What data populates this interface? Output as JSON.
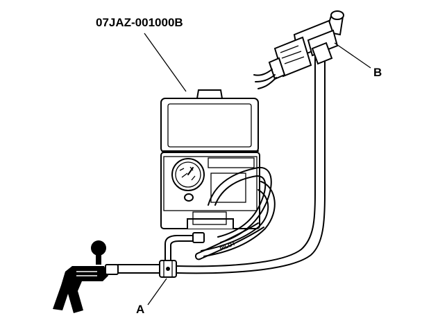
{
  "labels": {
    "part_number": "07JAZ-001000B",
    "callout_a": "A",
    "callout_b": "B",
    "hose_print": "PILOT"
  }
}
